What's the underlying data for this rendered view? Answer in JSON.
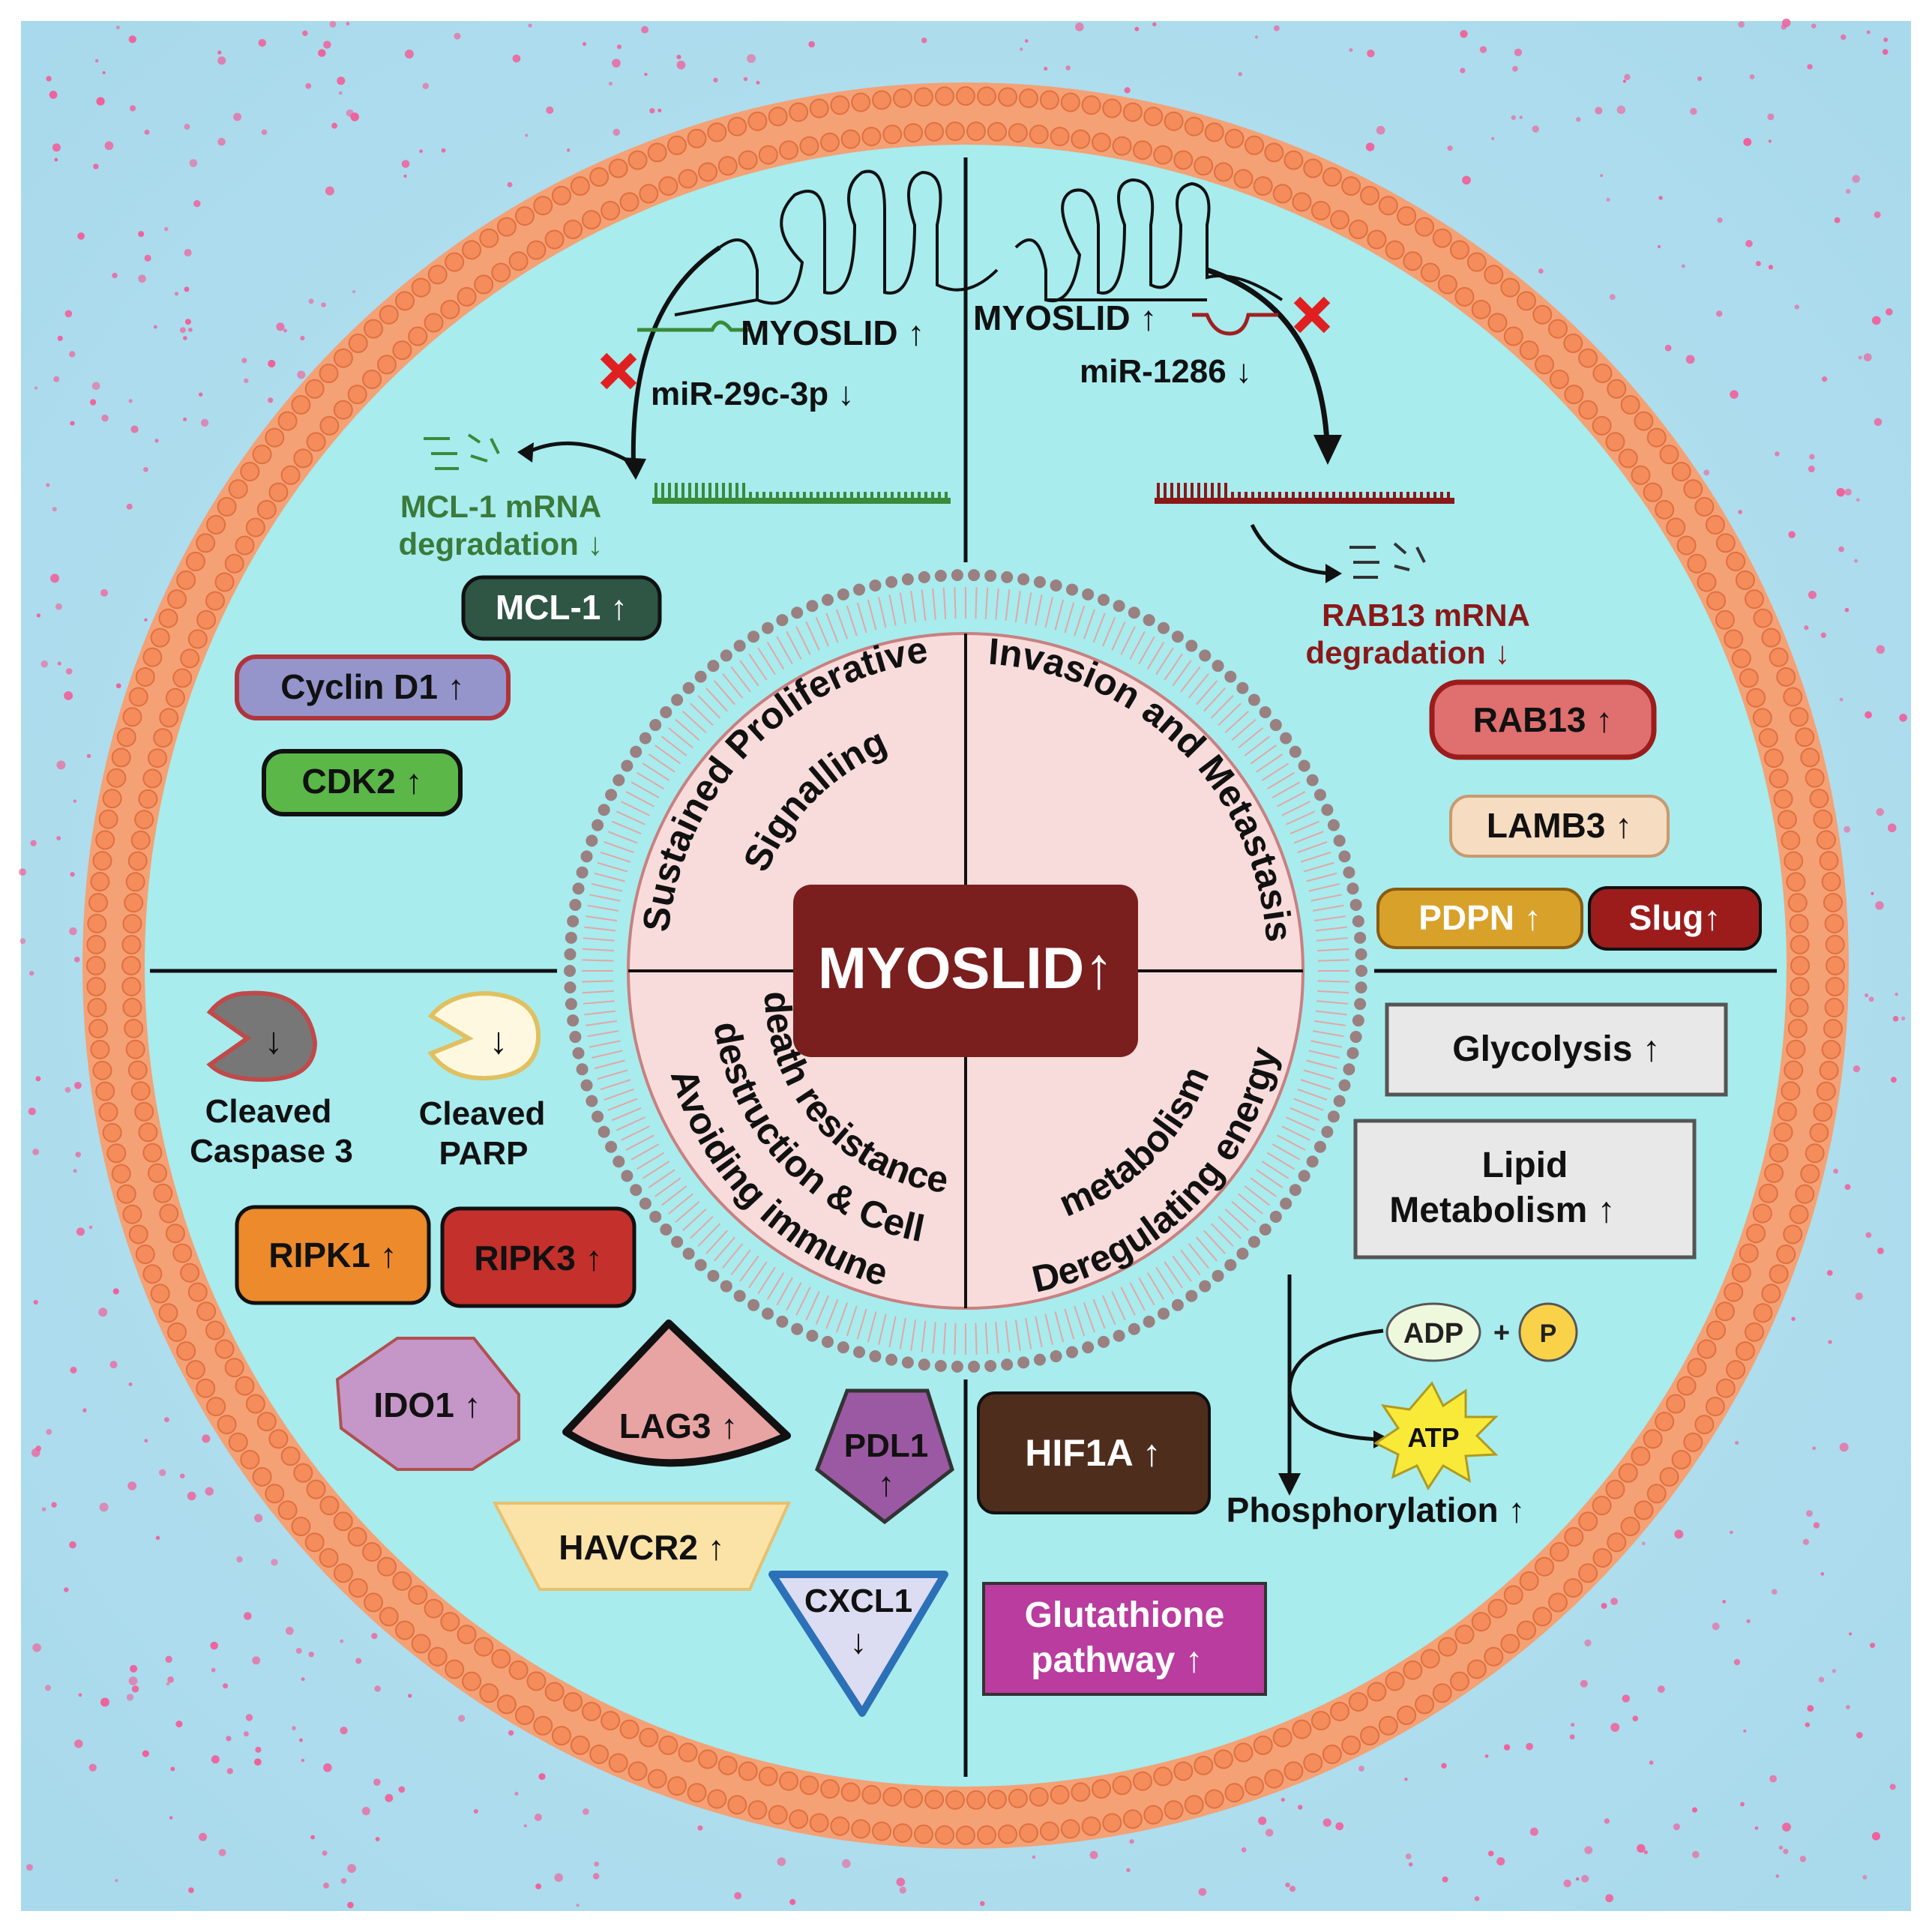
{
  "center": {
    "label": "MYOSLID↑"
  },
  "quadrant_titles": {
    "top_left": "Sustained Proliferative",
    "top_left_2": "Signalling",
    "top_right": "Invasion and Metastasis",
    "bottom_left": "Avoiding immune",
    "bottom_left_2": "destruction & Cell",
    "bottom_left_3": "death resistance",
    "bottom_right": "Deregulating energy",
    "bottom_right_2": "metabolism"
  },
  "top_left": {
    "myoslid": "MYOSLID ↑",
    "mirna": "miR-29c-3p ↓",
    "degradation_1": "MCL-1 mRNA",
    "degradation_2": "degradation ↓",
    "mcl1": "MCL-1 ↑",
    "cyclin_d1": "Cyclin D1 ↑",
    "cdk2": "CDK2 ↑"
  },
  "top_right": {
    "myoslid": "MYOSLID ↑",
    "mirna": "miR-1286 ↓",
    "degradation_1": "RAB13 mRNA",
    "degradation_2": "degradation ↓",
    "rab13": "RAB13 ↑",
    "lamb3": "LAMB3 ↑",
    "pdpn": "PDPN ↑",
    "slug": "Slug↑"
  },
  "bottom_left": {
    "caspase_arrow": "↓",
    "caspase_1": "Cleaved",
    "caspase_2": "Caspase 3",
    "parp_arrow": "↓",
    "parp_1": "Cleaved",
    "parp_2": "PARP",
    "ripk1": "RIPK1 ↑",
    "ripk3": "RIPK3 ↑",
    "ido1": "IDO1 ↑",
    "lag3": "LAG3 ↑",
    "pdl1": "PDL1",
    "pdl1_arrow": "↑",
    "havcr2": "HAVCR2 ↑",
    "cxcl1": "CXCL1",
    "cxcl1_arrow": "↓"
  },
  "bottom_right": {
    "glycolysis": "Glycolysis ↑",
    "lipid_1": "Lipid",
    "lipid_2": "Metabolism ↑",
    "adp": "ADP",
    "plus": "+",
    "p": "P",
    "atp": "ATP",
    "phosphorylation": "Phosphorylation ↑",
    "hif1a": "HIF1A ↑",
    "glutathione_1": "Glutathione",
    "glutathione_2": "pathway ↑"
  },
  "colors": {
    "cytoplasm": "#a8ecee",
    "membrane": "#f4a175",
    "nucleus": "#f8dcdc",
    "center_box": "#7b1e1e",
    "mcl1": "#2f5545",
    "cyclin": "#9595cc",
    "cdk2": "#5bb748",
    "rab13": "#e06f6f",
    "lamb3": "#f6dcc0",
    "pdpn": "#d8a12a",
    "slug": "#9c1c1c",
    "ripk1": "#ec8a2c",
    "ripk3": "#c4302b",
    "ido1": "#c596c8",
    "lag3": "#e8a3a3",
    "pdl1": "#9b59a3",
    "havcr2": "#fbe3a8",
    "cxcl1": "#dcdcf2",
    "hif1a": "#4f2d1c",
    "glutathione": "#b93c9e",
    "metabolism_box": "#e8e8e8"
  }
}
